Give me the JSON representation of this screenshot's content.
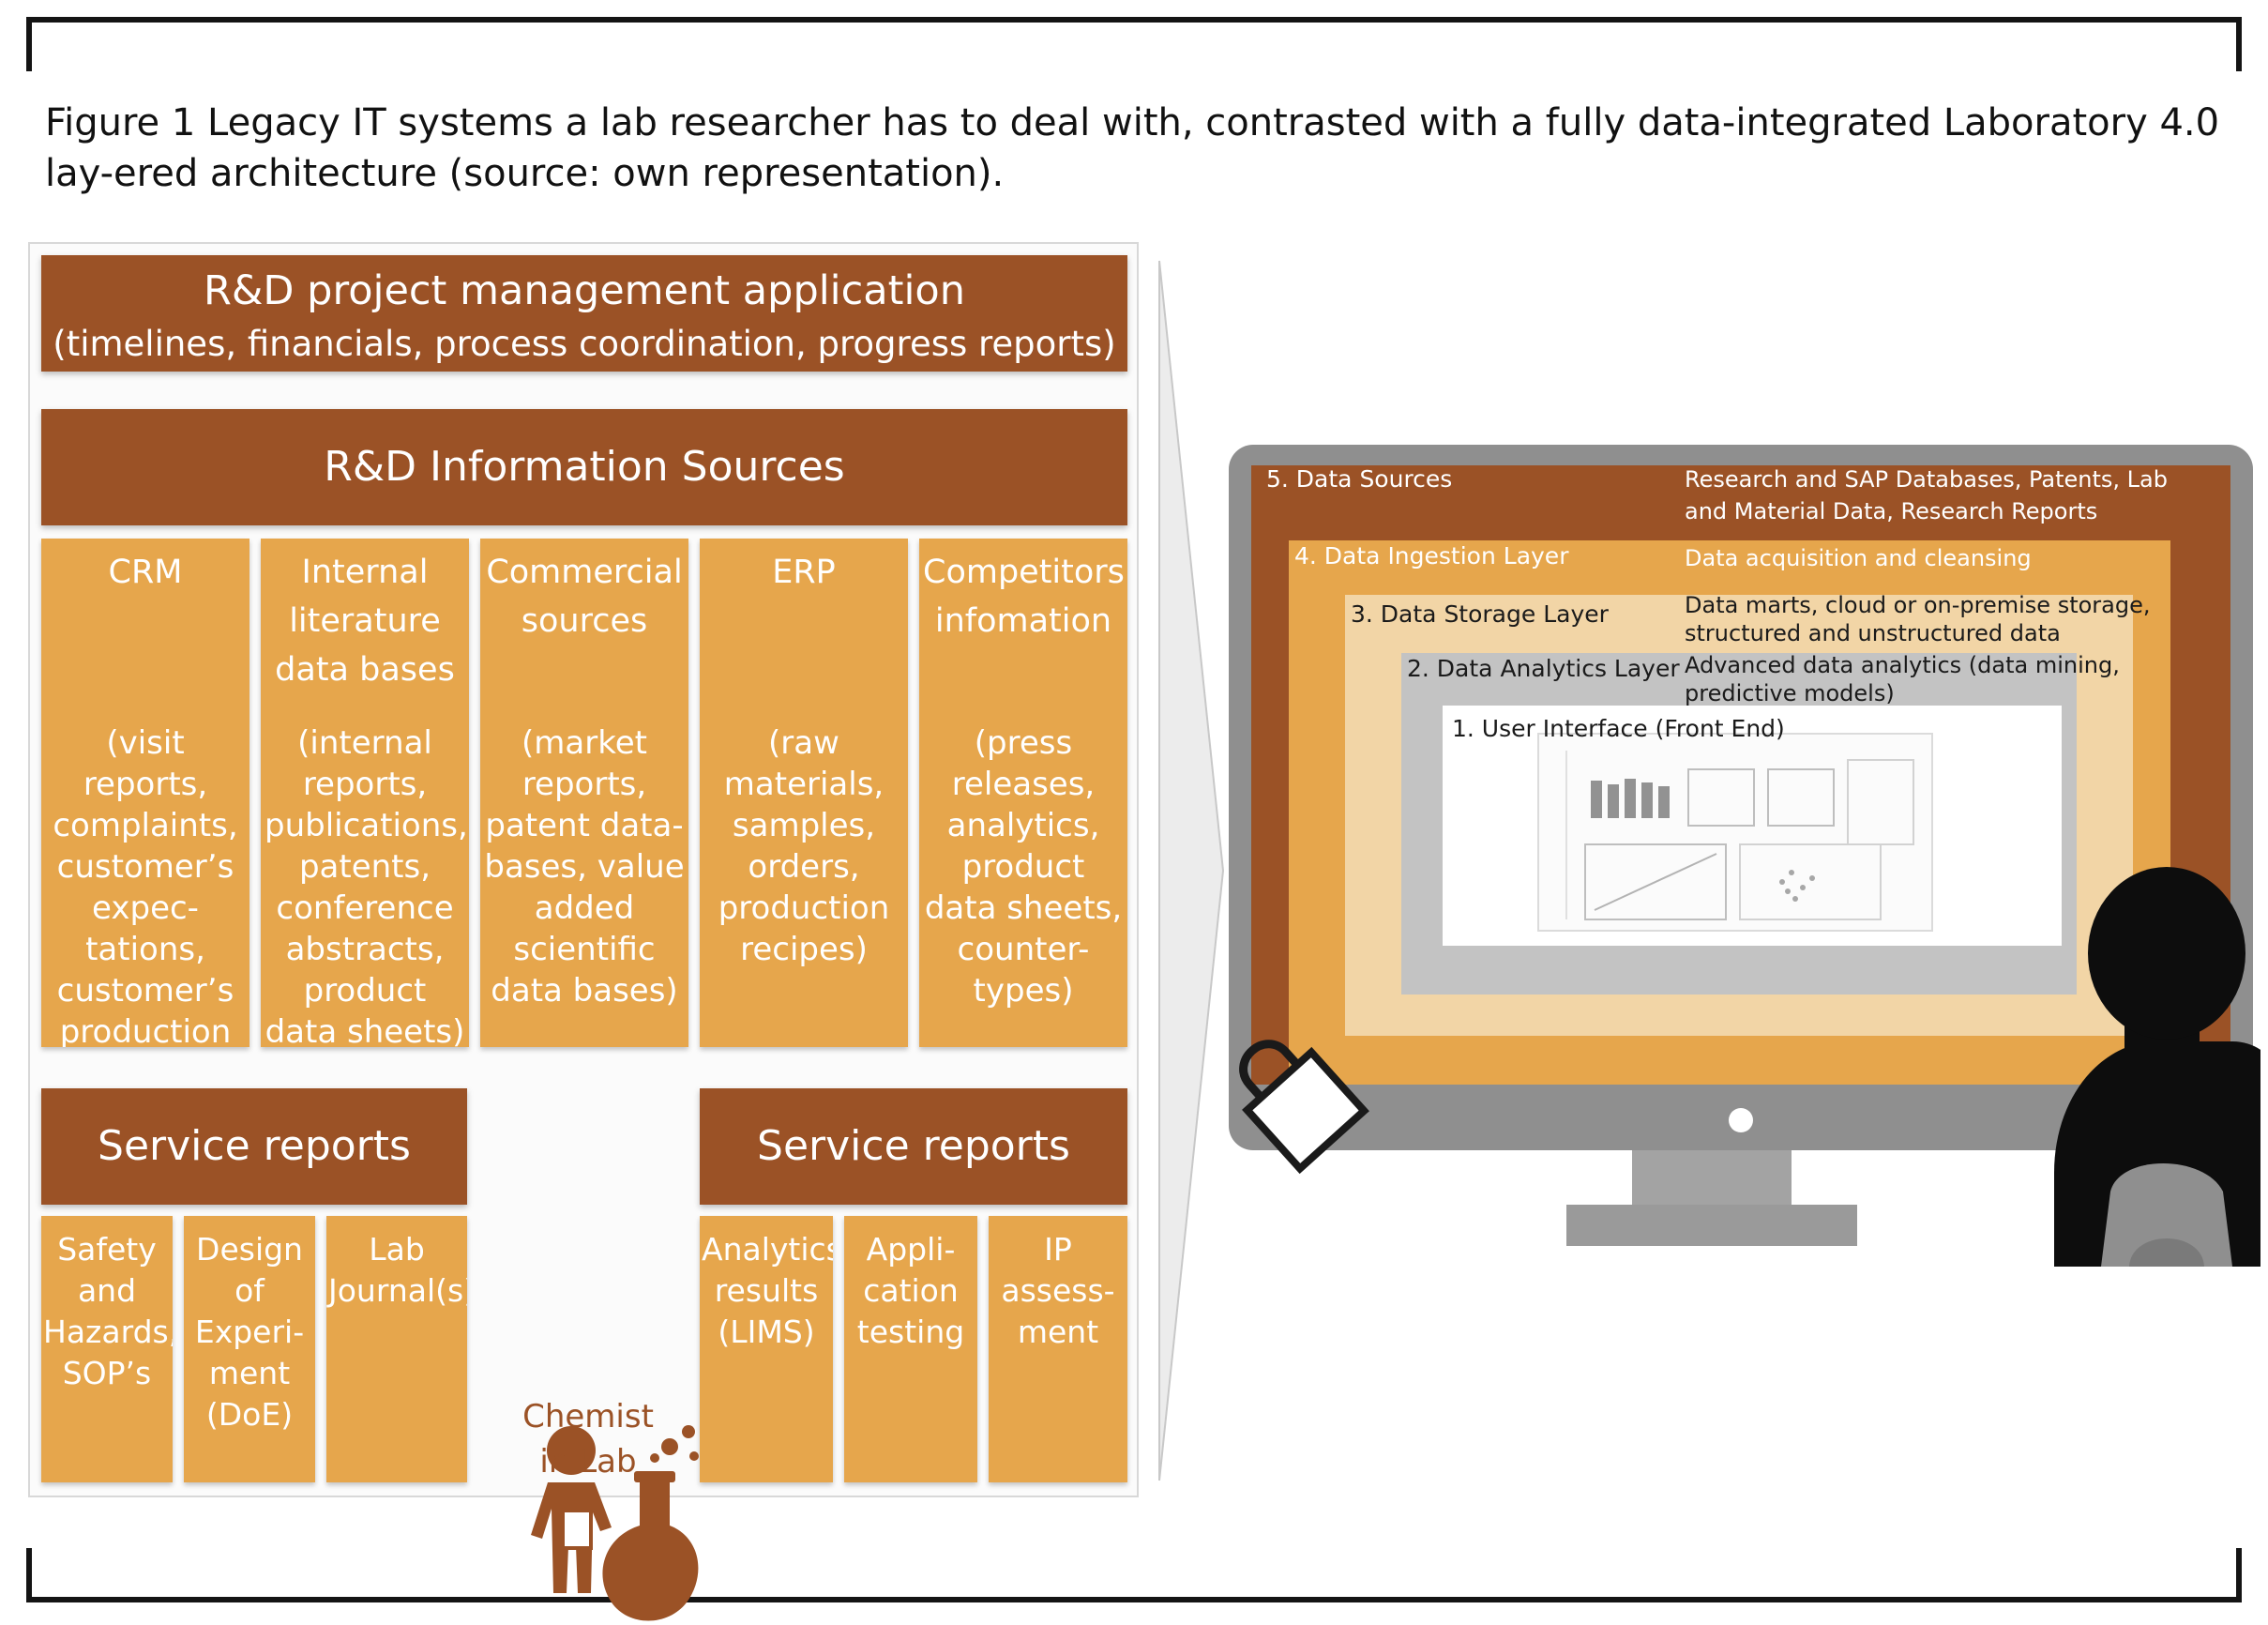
{
  "caption": "Figure 1 Legacy IT systems a lab researcher has to deal with, contrasted with a fully data-integrated Laboratory 4.0 lay-ered architecture (source: own representation).",
  "project_mgmt": {
    "title": "R&D project management application",
    "subtitle": "(timelines, financials, process coordination, progress reports)"
  },
  "info_sources": {
    "title": "R&D Information Sources",
    "columns": [
      {
        "title": "CRM",
        "body": "(visit reports, complaints, customer’s expec-tations, customer’s production process)"
      },
      {
        "title": "Internal literature data bases",
        "body": "(internal reports, publications, patents, conference abstracts, product data sheets)"
      },
      {
        "title": "Commercial sources",
        "body": "(market reports, patent data-bases, value added scientific data bases)"
      },
      {
        "title": "ERP",
        "body": "(raw materials, samples, orders, production recipes)"
      },
      {
        "title": "Competitors infomation",
        "body": "(press releases, analytics, product data sheets, counter-types)"
      }
    ]
  },
  "service_left": {
    "title": "Service reports",
    "items": [
      "Safety and Hazards, SOP’s",
      "Design of Experi-ment (DoE)",
      "Lab Journal(s)"
    ]
  },
  "service_right": {
    "title": "Service reports",
    "items": [
      "Analytics results (LIMS)",
      "Appli-cation testing",
      "IP assess-ment"
    ]
  },
  "chemist_label": "Chemist in Lab",
  "layers": [
    {
      "label": "5. Data Sources",
      "desc": "Research and SAP Databases, Patents, Lab and Material Data, Research Reports"
    },
    {
      "label": "4. Data Ingestion Layer",
      "desc": "Data acquisition and cleansing"
    },
    {
      "label": "3. Data Storage Layer",
      "desc": "Data marts, cloud or on-premise storage, structured and unstructured data"
    },
    {
      "label": "2. Data Analytics Layer",
      "desc": "Advanced data analytics (data mining, predictive models)"
    },
    {
      "label": "1. User Interface (Front End)",
      "desc": ""
    }
  ],
  "colors": {
    "dark_brown": "#9b5226",
    "orange": "#e6a64c",
    "layer5": "#9b5226",
    "layer4": "#e6a64c",
    "layer3": "#f2d5a6",
    "layer2": "#c3c3c3",
    "layer1": "#ffffff",
    "monitor_bezel": "#8f8f8f"
  }
}
